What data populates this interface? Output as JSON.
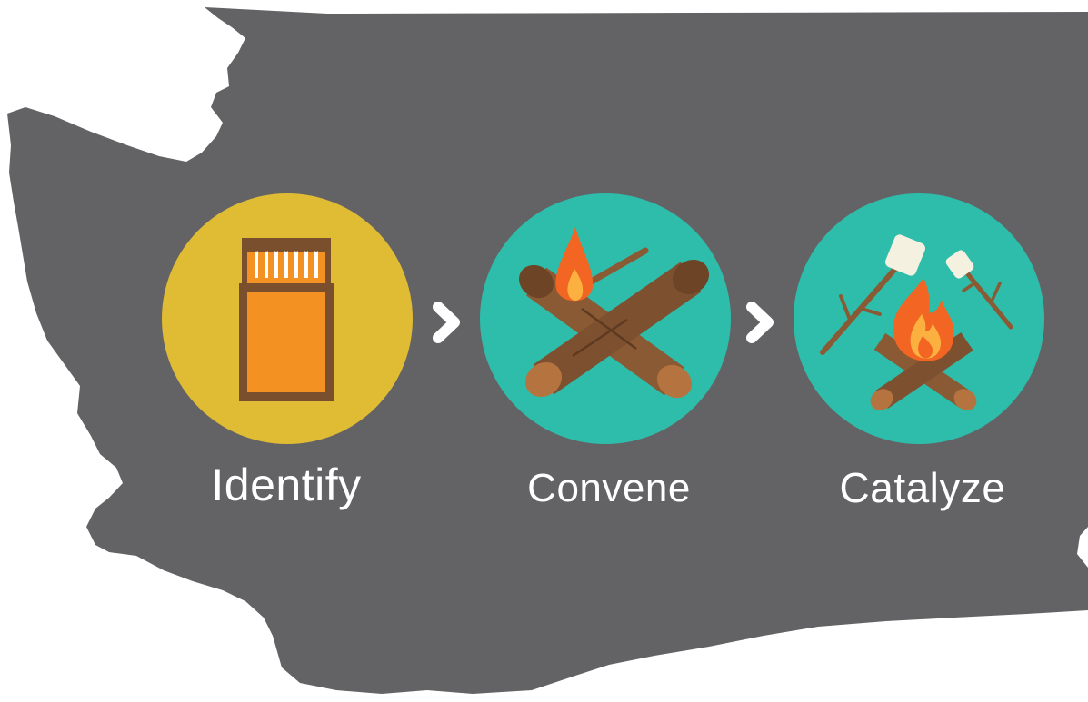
{
  "colors": {
    "state_map": "#636365",
    "identify_circle": "#e0bb34",
    "convene_circle": "#2ebdaa",
    "catalyze_circle": "#2ebdaa",
    "matchbox_frame": "#7a4f2e",
    "matchbox_fill": "#f39222",
    "log": "#8a5a35",
    "log_end": "#b5743f",
    "flame_outer": "#f26522",
    "flame_inner": "#fbb040",
    "marshmallow": "#f5f1e1",
    "arrow": "#ffffff"
  },
  "steps": [
    {
      "label": "Identify",
      "icon": "matchbox-icon"
    },
    {
      "label": "Convene",
      "icon": "campfire-logs-icon"
    },
    {
      "label": "Catalyze",
      "icon": "marshmallow-campfire-icon"
    }
  ],
  "connectors": [
    "chevron-right-icon",
    "chevron-right-icon"
  ]
}
